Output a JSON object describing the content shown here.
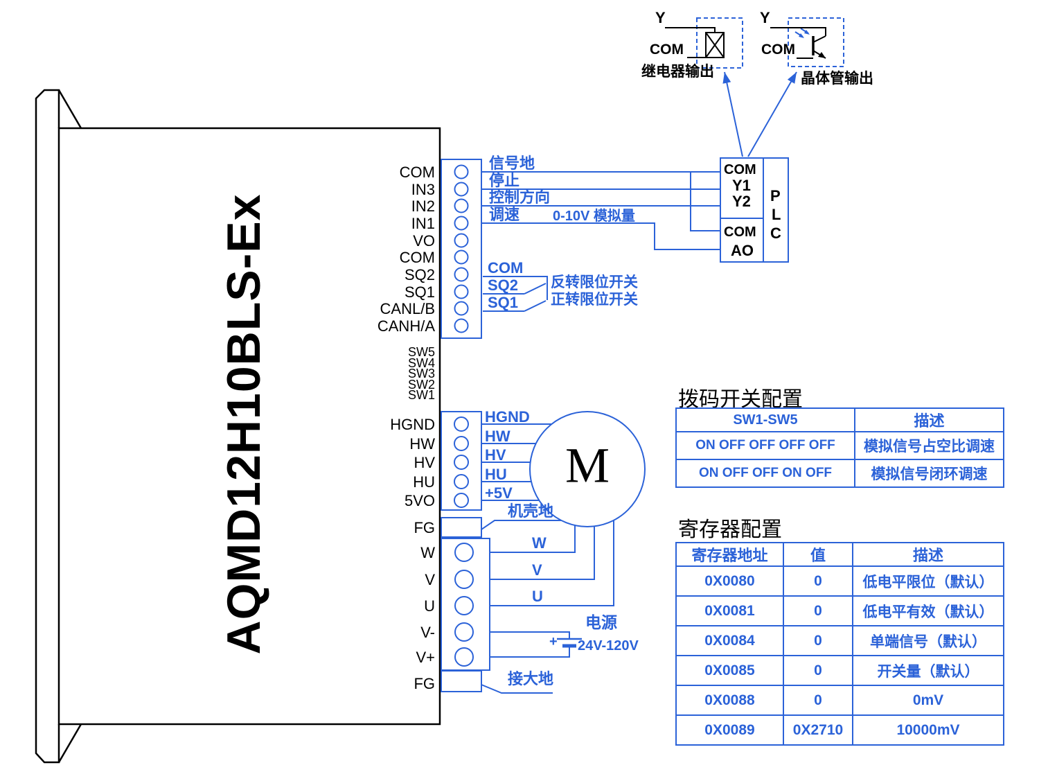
{
  "colors": {
    "wire_blue": "#2B62D8",
    "outline_black": "#000000"
  },
  "device": {
    "model": "AQMD12H10BLS-Ex"
  },
  "connectors": {
    "signal_pins": [
      "COM",
      "IN3",
      "IN2",
      "IN1",
      "VO",
      "COM",
      "SQ2",
      "SQ1",
      "CANL/B",
      "CANH/A"
    ],
    "dip_pins": [
      "SW5",
      "SW4",
      "SW3",
      "SW2",
      "SW1"
    ],
    "hall_pins": [
      "HGND",
      "HW",
      "HV",
      "HU",
      "5VO"
    ],
    "power_pins": [
      "FG",
      "W",
      "V",
      "U",
      "V-",
      "V+",
      "FG"
    ]
  },
  "wires": {
    "signal_ground": "信号地",
    "stop": "停止",
    "direction": "控制方向",
    "speed": "调速",
    "analog": "0-10V 模拟量",
    "com": "COM",
    "sq2": "SQ2",
    "sq1": "SQ1",
    "reverse_limit": "反转限位开关",
    "forward_limit": "正转限位开关",
    "hgnd": "HGND",
    "hw": "HW",
    "hv": "HV",
    "hu": "HU",
    "plus5v": "+5V",
    "chassis_ground": "机壳地",
    "w": "W",
    "v": "V",
    "u": "U",
    "plus": "+",
    "power": "电源",
    "voltage": "24V-120V",
    "earth": "接大地"
  },
  "plc": {
    "com1": "COM",
    "y1": "Y1",
    "y2": "Y2",
    "com2": "COM",
    "ao": "AO",
    "p": "P",
    "l": "L",
    "c": "C"
  },
  "outputs": {
    "relay": {
      "y": "Y",
      "com": "COM",
      "caption": "继电器输出"
    },
    "transistor": {
      "y": "Y",
      "com": "COM",
      "caption": "晶体管输出"
    }
  },
  "motor": {
    "mark": "M"
  },
  "dip_table": {
    "title": "拨码开关配置",
    "headers": [
      "SW1-SW5",
      "描述"
    ],
    "rows": [
      [
        "ON OFF OFF OFF OFF",
        "模拟信号占空比调速"
      ],
      [
        "ON OFF OFF ON OFF",
        "模拟信号闭环调速"
      ]
    ]
  },
  "register_table": {
    "title": "寄存器配置",
    "headers": [
      "寄存器地址",
      "值",
      "描述"
    ],
    "rows": [
      [
        "0X0080",
        "0",
        "低电平限位（默认）"
      ],
      [
        "0X0081",
        "0",
        "低电平有效（默认）"
      ],
      [
        "0X0084",
        "0",
        "单端信号（默认）"
      ],
      [
        "0X0085",
        "0",
        "开关量（默认）"
      ],
      [
        "0X0088",
        "0",
        "0mV"
      ],
      [
        "0X0089",
        "0X2710",
        "10000mV"
      ]
    ]
  }
}
